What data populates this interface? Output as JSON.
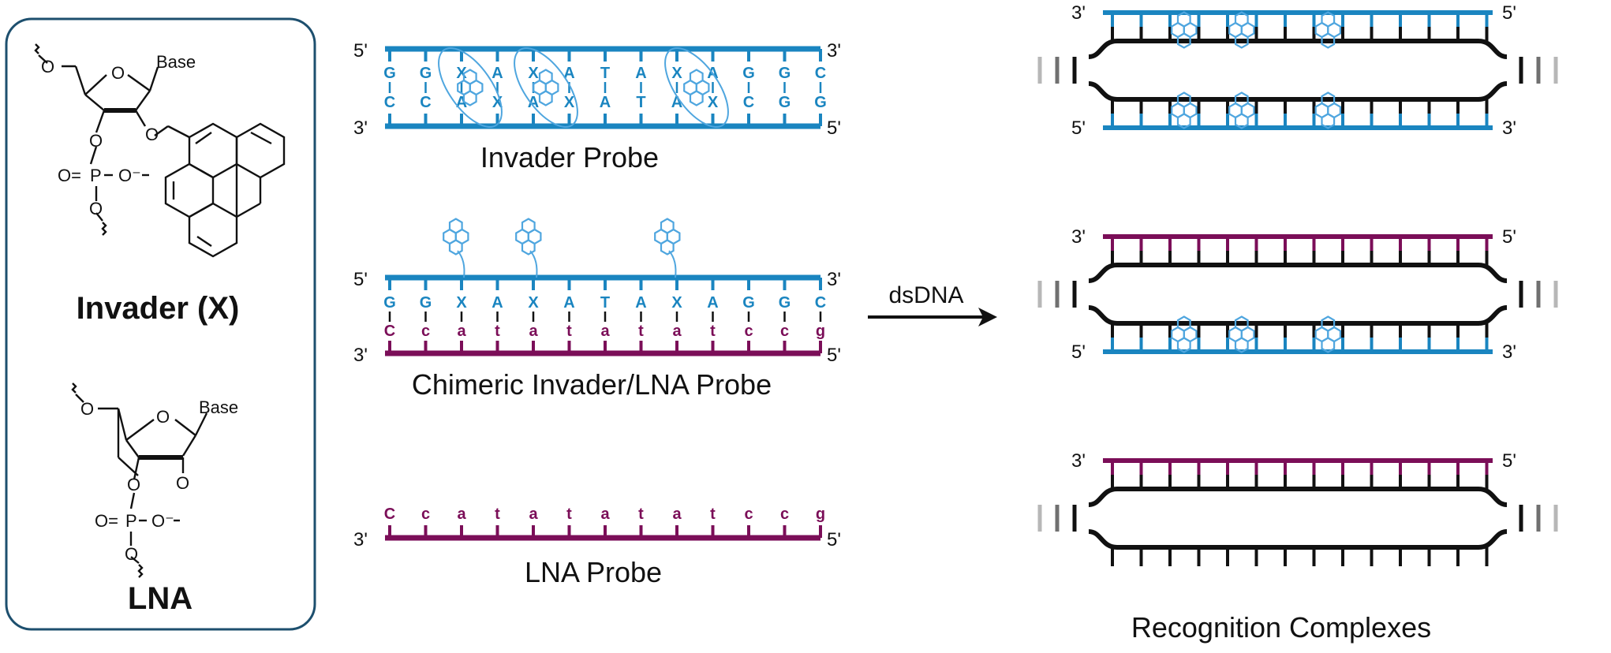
{
  "colors": {
    "blue": "#1a85c0",
    "purple": "#7b0e58",
    "black": "#111111",
    "pyrene": "#4fa6df",
    "box_border": "#1d4f6e"
  },
  "monomers": {
    "invader_label": "Invader (X)",
    "lna_label": "LNA",
    "invader": {
      "base": "Base",
      "o_ring": "O",
      "o_5": "O",
      "o_3": "O",
      "o_2": "O",
      "phosphate_o_eq": "O=",
      "phosphate_p": "P",
      "phosphate_o_minus": "O⁻",
      "phosphate_o_bottom": "O"
    },
    "lna": {
      "base": "Base",
      "o_ring": "O",
      "o_5": "O",
      "o_3": "O",
      "o_bridge": "O",
      "phosphate_o_eq": "O=",
      "phosphate_p": "P",
      "phosphate_o_minus": "O⁻",
      "phosphate_o_bottom": "O"
    }
  },
  "probes": {
    "invader": {
      "label": "Invader Probe",
      "top_end_left": "5'",
      "top_end_right": "3'",
      "bottom_end_left": "3'",
      "bottom_end_right": "5'",
      "top_bases": [
        "G",
        "G",
        "X",
        "A",
        "X",
        "A",
        "T",
        "A",
        "X",
        "A",
        "G",
        "G",
        "C"
      ],
      "bottom_bases": [
        "C",
        "C",
        "A",
        "X",
        "A",
        "X",
        "A",
        "T",
        "A",
        "X",
        "C",
        "G",
        "G"
      ]
    },
    "chimeric": {
      "label": "Chimeric Invader/LNA Probe",
      "top_end_left": "5'",
      "top_end_right": "3'",
      "bottom_end_left": "3'",
      "bottom_end_right": "5'",
      "top_bases": [
        "G",
        "G",
        "X",
        "A",
        "X",
        "A",
        "T",
        "A",
        "X",
        "A",
        "G",
        "G",
        "C"
      ],
      "bottom_bases": [
        "C",
        "c",
        "a",
        "t",
        "a",
        "t",
        "a",
        "t",
        "a",
        "t",
        "c",
        "c",
        "g"
      ]
    },
    "lna": {
      "label": "LNA Probe",
      "end_left": "3'",
      "end_right": "5'",
      "bases": [
        "C",
        "c",
        "a",
        "t",
        "a",
        "t",
        "a",
        "t",
        "a",
        "t",
        "c",
        "c",
        "g"
      ]
    }
  },
  "arrow_label": "dsDNA",
  "complexes": {
    "label": "Recognition Complexes",
    "c1": {
      "top_left": "3'",
      "top_right": "5'",
      "bottom_left": "5'",
      "bottom_right": "3'"
    },
    "c2": {
      "top_left": "3'",
      "top_right": "5'",
      "bottom_left": "5'",
      "bottom_right": "3'"
    },
    "c3": {
      "top_left": "3'",
      "top_right": "5'"
    }
  }
}
